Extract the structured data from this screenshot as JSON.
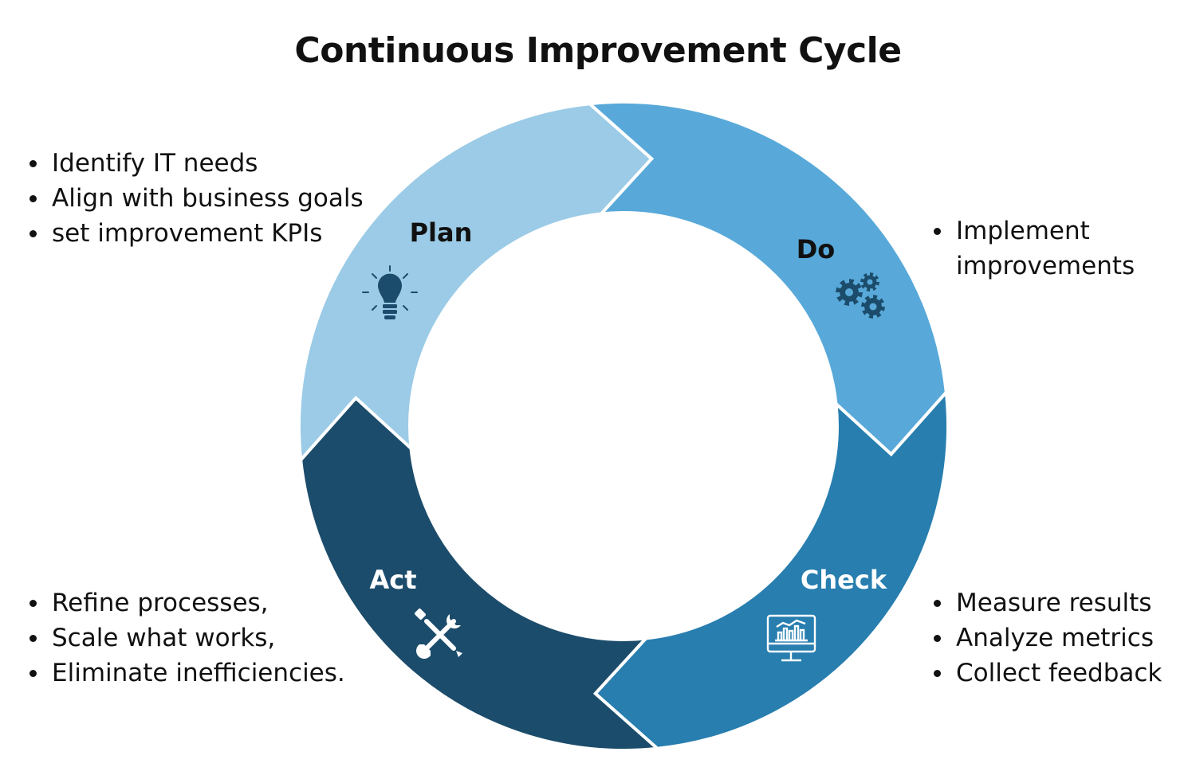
{
  "title": "Continuous Improvement Cycle",
  "colors": {
    "plan": "#9BCBE6",
    "do": "#58A9D9",
    "check": "#277EAF",
    "act": "#1C4C6B",
    "icon": "#1C4C6B"
  },
  "stages": {
    "plan": {
      "label": "Plan",
      "icon": "lightbulb-icon",
      "bullets": [
        "Identify IT needs",
        "Align with business goals",
        "set improvement KPIs"
      ]
    },
    "do": {
      "label": "Do",
      "icon": "gears-icon",
      "bullets": [
        "Implement improvements"
      ]
    },
    "check": {
      "label": "Check",
      "icon": "monitor-chart-icon",
      "bullets": [
        "Measure results",
        "Analyze metrics",
        "Collect feedback"
      ]
    },
    "act": {
      "label": "Act",
      "icon": "wrench-screwdriver-icon",
      "bullets": [
        "Refine processes,",
        "Scale what works,",
        "Eliminate inefficiencies."
      ]
    }
  }
}
